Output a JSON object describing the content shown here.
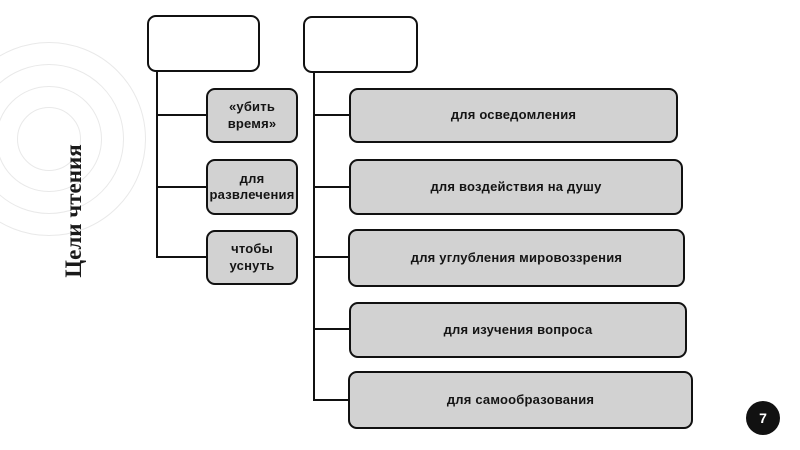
{
  "slide": {
    "title": "Цели чтения",
    "page_number": "7"
  },
  "colors": {
    "box_fill_gray": "#d2d2d2",
    "box_border": "#111111",
    "page_badge_bg": "#111111",
    "decor_circle_stroke": "#e9e9e9"
  },
  "root_boxes": [
    {
      "label": ""
    },
    {
      "label": ""
    }
  ],
  "left_column": {
    "items": [
      {
        "label": "«убить время»"
      },
      {
        "label": "для развлечения"
      },
      {
        "label": "чтобы уснуть"
      }
    ]
  },
  "right_column": {
    "items": [
      {
        "label": "для осведомления"
      },
      {
        "label": "для воздействия на душу"
      },
      {
        "label": "для углубления мировоззрения"
      },
      {
        "label": "для изучения вопроса"
      },
      {
        "label": "для самообразования"
      }
    ]
  }
}
